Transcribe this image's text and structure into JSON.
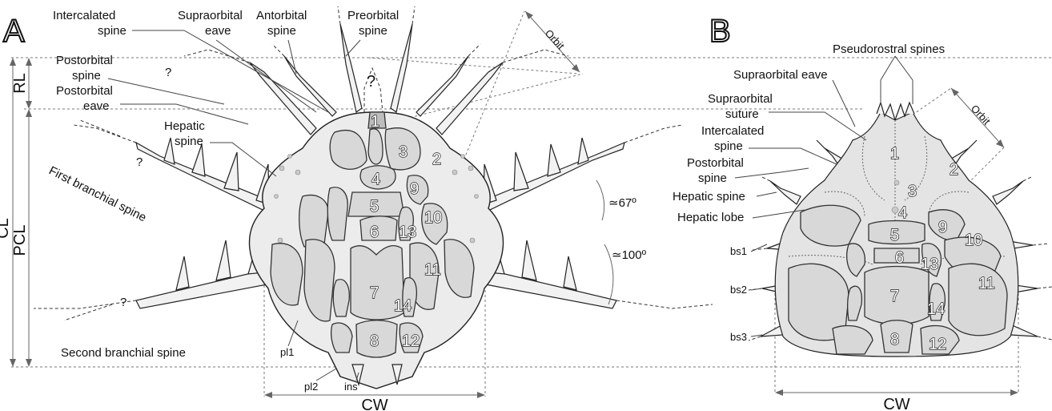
{
  "panel_a": {
    "letter": "A",
    "labels": {
      "intercalated_1": "Intercalated",
      "intercalated_2": "spine",
      "supraorbital_1": "Supraorbital",
      "supraorbital_2": "eave",
      "antorbital_1": "Antorbital",
      "antorbital_2": "spine",
      "preorbital_1": "Preorbital",
      "preorbital_2": "spine",
      "orbit": "Orbit",
      "postorbital_spine_1": "Postorbital",
      "postorbital_spine_2": "spine",
      "postorbital_eave_1": "Postorbital",
      "postorbital_eave_2": "eave",
      "hepatic_1": "Hepatic",
      "hepatic_2": "spine",
      "first_branchial": "First branchial spine",
      "second_branchial": "Second branchial spine",
      "pl1": "pl1",
      "pl2": "pl2",
      "ins": "ins",
      "angle_67": "≃67º",
      "angle_100": "≃100º",
      "q1": "?",
      "q2": "?",
      "q3": "?",
      "q4": "?"
    },
    "dimensions": {
      "rl": "RL",
      "cl": "CL",
      "pcl": "PCL",
      "cw": "CW"
    },
    "regions": [
      "1",
      "2",
      "3",
      "4",
      "5",
      "6",
      "7",
      "8",
      "9",
      "10",
      "11",
      "12",
      "13",
      "14"
    ]
  },
  "panel_b": {
    "letter": "B",
    "labels": {
      "pseudorostral": "Pseudorostral spines",
      "supraorbital_eave": "Supraorbital eave",
      "supraorbital_suture_1": "Supraorbital",
      "supraorbital_suture_2": "suture",
      "intercalated_1": "Intercalated",
      "intercalated_2": "spine",
      "postorbital_1": "Postorbital",
      "postorbital_2": "spine",
      "hepatic_spine": "Hepatic spine",
      "hepatic_lobe": "Hepatic lobe",
      "orbit": "Orbit",
      "bs1": "bs1",
      "bs2": "bs2",
      "bs3": "bs3"
    },
    "dimensions": {
      "cw": "CW"
    },
    "regions": [
      "1",
      "2",
      "3",
      "4",
      "5",
      "6",
      "7",
      "8",
      "9",
      "10",
      "11",
      "12",
      "13",
      "14"
    ]
  }
}
